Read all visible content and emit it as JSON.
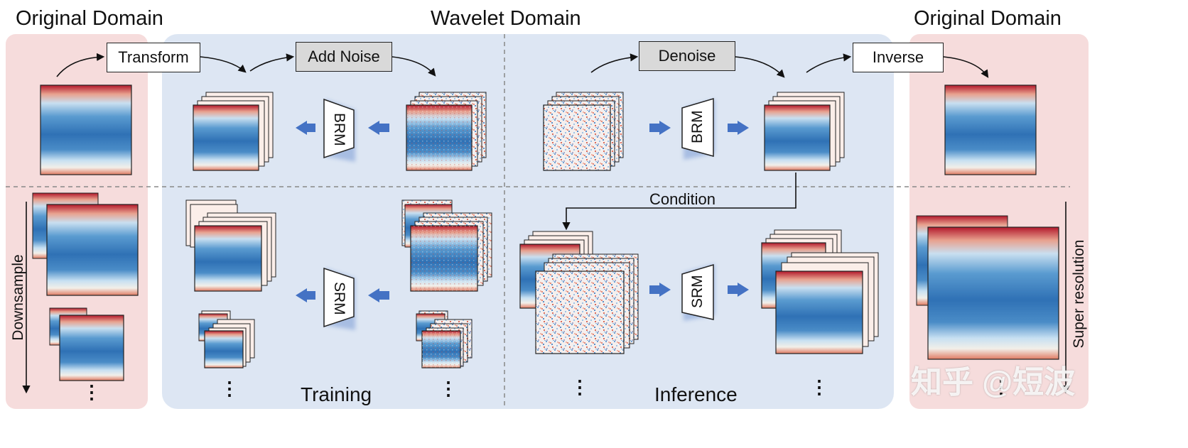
{
  "titles": {
    "left": "Original Domain",
    "center": "Wavelet Domain",
    "right": "Original Domain"
  },
  "steps": {
    "transform": "Transform",
    "add_noise": "Add Noise",
    "denoise": "Denoise",
    "inverse": "Inverse",
    "condition": "Condition"
  },
  "modules": {
    "brm": "BRM",
    "srm": "SRM"
  },
  "side_labels": {
    "downsample": "Downsample",
    "super_resolution": "Super resolution"
  },
  "captions": {
    "training": "Training",
    "inference": "Inference"
  },
  "ellipsis": "⋮",
  "watermark": "知乎 @短波",
  "colors": {
    "panel_pink": "#f6dcdc",
    "panel_blue": "#dde6f3",
    "arrow_blue": "#4472c4",
    "box_gray": "#d9d9d9"
  }
}
